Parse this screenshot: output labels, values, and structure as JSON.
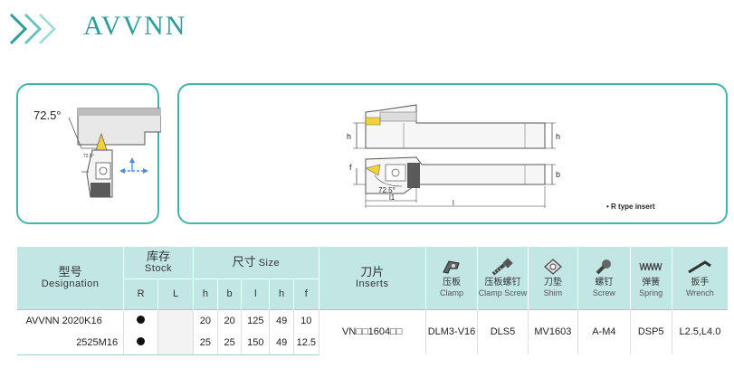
{
  "page": {
    "title": "AVVNN"
  },
  "left_panel": {
    "angle_label": "72.5°",
    "small_angle_label": "72.5°"
  },
  "right_panel": {
    "dim_h1": "h",
    "dim_h2": "h",
    "dim_f": "f",
    "dim_b": "b",
    "angle_label": "72.5°",
    "dim_l1": "l1",
    "dim_l": "l",
    "note": "• R type insert"
  },
  "table": {
    "headers": {
      "designation_cn": "型号",
      "designation_en": "Designation",
      "stock_cn": "库存",
      "stock_en": "Stock",
      "size_cn": "尺寸",
      "size_en": "Size",
      "insert_cn": "刀片",
      "insert_en": "Inserts",
      "clamp_cn": "压板",
      "clamp_en": "Clamp",
      "clamp_screw_cn": "压板螺钉",
      "clamp_screw_en": "Clamp Screw",
      "shim_cn": "刀垫",
      "shim_en": "Shim",
      "screw_cn": "螺钉",
      "screw_en": "Screw",
      "spring_cn": "弹簧",
      "spring_en": "Spring",
      "wrench_cn": "扳手",
      "wrench_en": "Wrench",
      "stock_r": "R",
      "stock_l": "L",
      "size_h": "h",
      "size_b": "b",
      "size_l": "l",
      "size_h1": "h",
      "size_f": "f"
    },
    "rows": [
      {
        "prefix": "AVVNN",
        "code": "2020K16",
        "r": true,
        "l": false,
        "h": "20",
        "b": "20",
        "l_val": "125",
        "h1": "49",
        "f": "10"
      },
      {
        "prefix": "",
        "code": "2525M16",
        "r": true,
        "l": false,
        "h": "25",
        "b": "25",
        "l_val": "150",
        "h1": "49",
        "f": "12.5"
      }
    ],
    "shared": {
      "insert": "VN□□1604□□",
      "clamp": "DLM3-V16",
      "clamp_screw": "DLS5",
      "shim": "MV1603",
      "screw": "A-M4",
      "spring": "DSP5",
      "wrench": "L2.5,L4.0"
    }
  },
  "colors": {
    "accent": "#2b9e97",
    "panel_border": "#44b3aa",
    "header_bg": "#c2e6e4",
    "insert_yellow": "#f2d23a"
  }
}
